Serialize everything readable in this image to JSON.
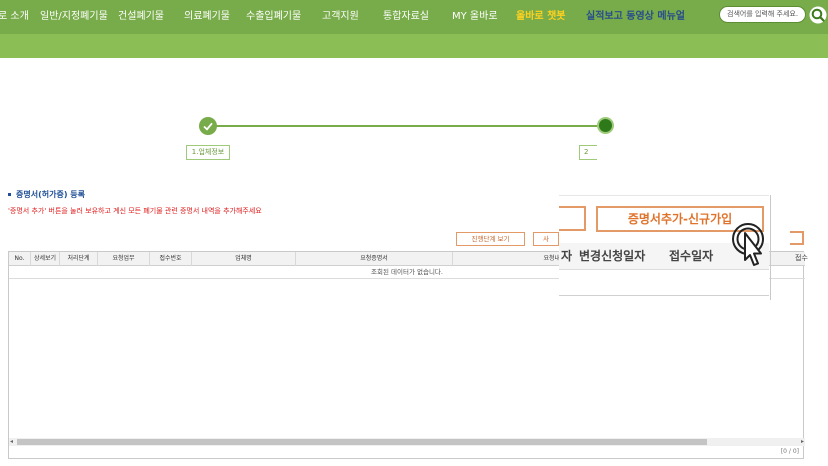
{
  "nav": {
    "items": [
      {
        "label": "로 소개",
        "style": "normal"
      },
      {
        "label": "일반/지정폐기물",
        "style": "normal"
      },
      {
        "label": "건설폐기물",
        "style": "normal"
      },
      {
        "label": "의료폐기물",
        "style": "normal"
      },
      {
        "label": "수출입폐기물",
        "style": "normal"
      },
      {
        "label": "고객지원",
        "style": "normal"
      },
      {
        "label": "통합자료실",
        "style": "normal"
      },
      {
        "label": "MY 올바로",
        "style": "normal"
      },
      {
        "label": "올바로 챗봇",
        "style": "highlight"
      },
      {
        "label": "실적보고 동영상 메뉴얼",
        "style": "dark"
      }
    ],
    "search_placeholder": "검색어를 입력해 주세요.",
    "search_icon": "search-icon",
    "colors": {
      "bar": "#78ab4a",
      "subbar": "#8bbf56",
      "highlight": "#ffd21f",
      "dark": "#284e8c"
    }
  },
  "stepper": {
    "step1_label": "1.업체정보",
    "step2_label": "2",
    "step1_icon": "check-icon"
  },
  "section": {
    "title": "증명서(허가증) 등록",
    "notice": "'증명서 추가' 버튼을 눌러 보유하고 계신 모든 폐기물 관련 증명서 내역을 추가해주세요"
  },
  "buttons": {
    "progress_view": "진행단계 보기",
    "second_partial": "사"
  },
  "table": {
    "columns": [
      "No.",
      "상세보기",
      "처리단계",
      "요청업무",
      "접수번호",
      "업체명",
      "요청증명서",
      "요청내"
    ],
    "empty_message": "조회된 데이터가 없습니다.",
    "pager": "[0 / 0]"
  },
  "zoom": {
    "button_label": "증명서추가-신규가입",
    "col_partial": "자",
    "col_change_date": "변경신청일자",
    "col_receipt_date": "접수일자",
    "edge_text": "접수"
  },
  "cursor_icon": "hand-pointer-icon",
  "accent": "#e49a66"
}
